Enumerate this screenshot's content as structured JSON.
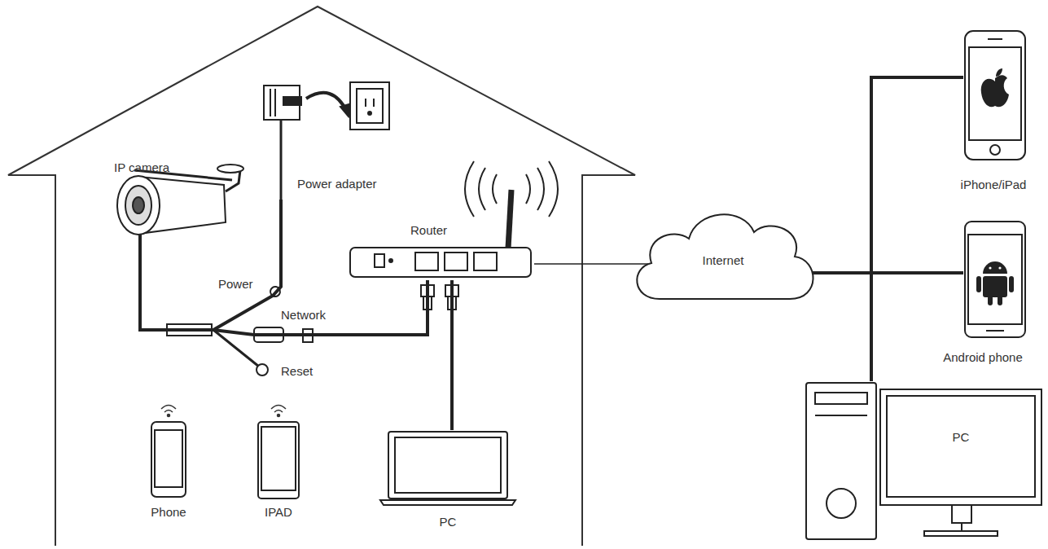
{
  "diagram": {
    "nodes": [
      {
        "text": [
          "IP camera"
        ]
      },
      {
        "text": [
          "Power adapter"
        ]
      },
      {
        "text": [
          "Router"
        ]
      },
      {
        "text": [
          "Phone"
        ]
      },
      {
        "text": [
          "IPAD"
        ]
      },
      {
        "text": [
          "PC"
        ]
      },
      {
        "text": [
          "Internet"
        ]
      },
      {
        "text": [
          "iPhone/iPad"
        ]
      },
      {
        "text": [
          "Android phone"
        ]
      },
      {
        "text": [
          "PC"
        ]
      }
    ],
    "edges": [
      {
        "from": 0,
        "to": 1,
        "arrow": "none"
      },
      {
        "from": 0,
        "to": 2,
        "arrow": "none"
      },
      {
        "from": 2,
        "to": 5,
        "arrow": "none"
      },
      {
        "from": 2,
        "to": 6,
        "arrow": "none"
      },
      {
        "from": 6,
        "to": 7,
        "arrow": "none"
      },
      {
        "from": 6,
        "to": 8,
        "arrow": "none"
      },
      {
        "from": 6,
        "to": 9,
        "arrow": "none"
      }
    ],
    "labels": [
      "Power",
      "Network",
      "Reset"
    ]
  }
}
